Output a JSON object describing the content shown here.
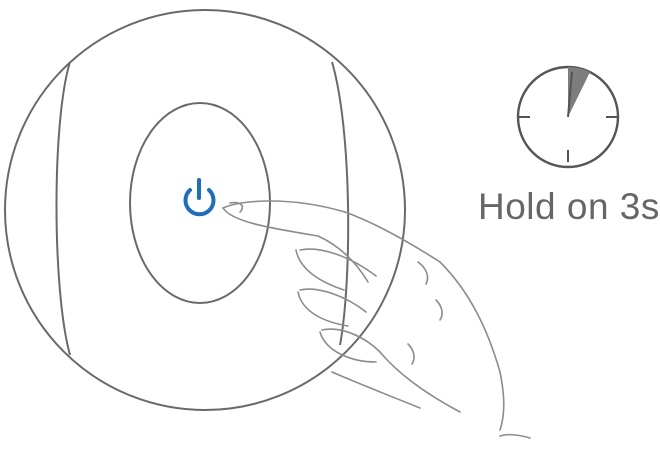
{
  "instruction": {
    "caption": "Hold on 3s",
    "hold_seconds": 3
  },
  "device": {
    "button_icon": "power-icon",
    "button_color": "#1a6fc4"
  },
  "timer": {
    "icon": "stopwatch-icon",
    "elapsed_fraction": 0.05,
    "wedge_color": "#7d7d7d"
  },
  "gesture": {
    "icon": "pointing-hand-icon"
  }
}
